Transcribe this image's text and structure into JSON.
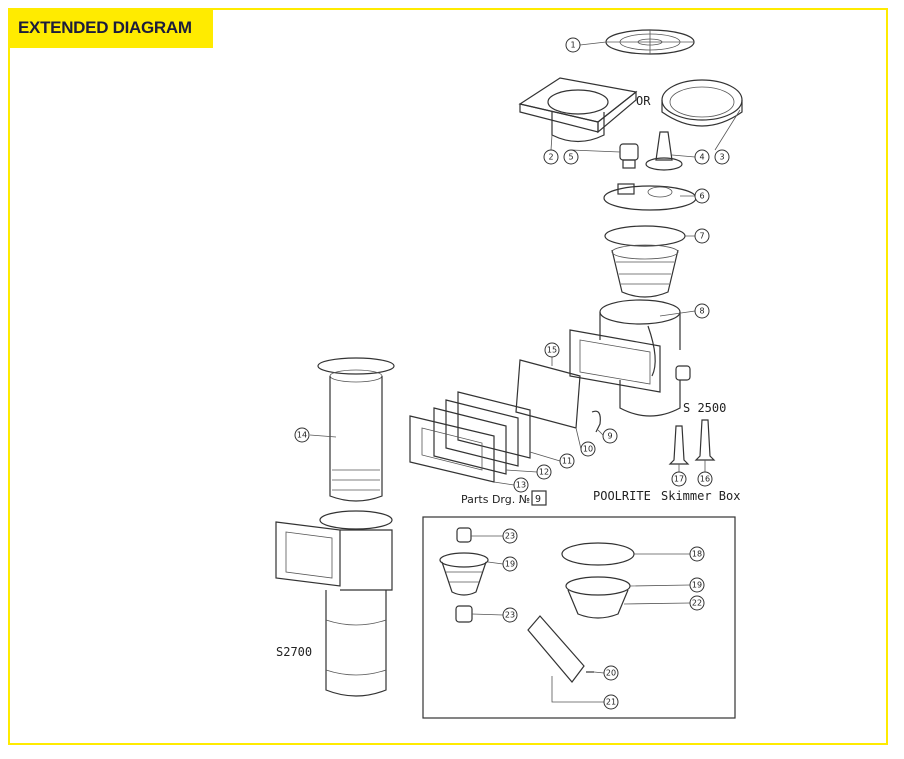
{
  "header": {
    "label": "EXTENDED DIAGRAM"
  },
  "colors": {
    "accent": "#ffeb00",
    "label_text": "#1c1c3c",
    "line": "#333333"
  },
  "diagram": {
    "or_text": "OR",
    "model_s2500": "S 2500",
    "model_s2700": "S2700",
    "parts_drawing_label": "Parts Drg. №",
    "parts_drawing_number": "9",
    "brand": "POOLRITE",
    "product": "Skimmer Box",
    "callouts": [
      "1",
      "2",
      "5",
      "4",
      "3",
      "6",
      "7",
      "8",
      "15",
      "9",
      "10",
      "11",
      "12",
      "13",
      "14",
      "17",
      "16",
      "23",
      "19",
      "23",
      "18",
      "19",
      "22",
      "20",
      "21"
    ]
  }
}
